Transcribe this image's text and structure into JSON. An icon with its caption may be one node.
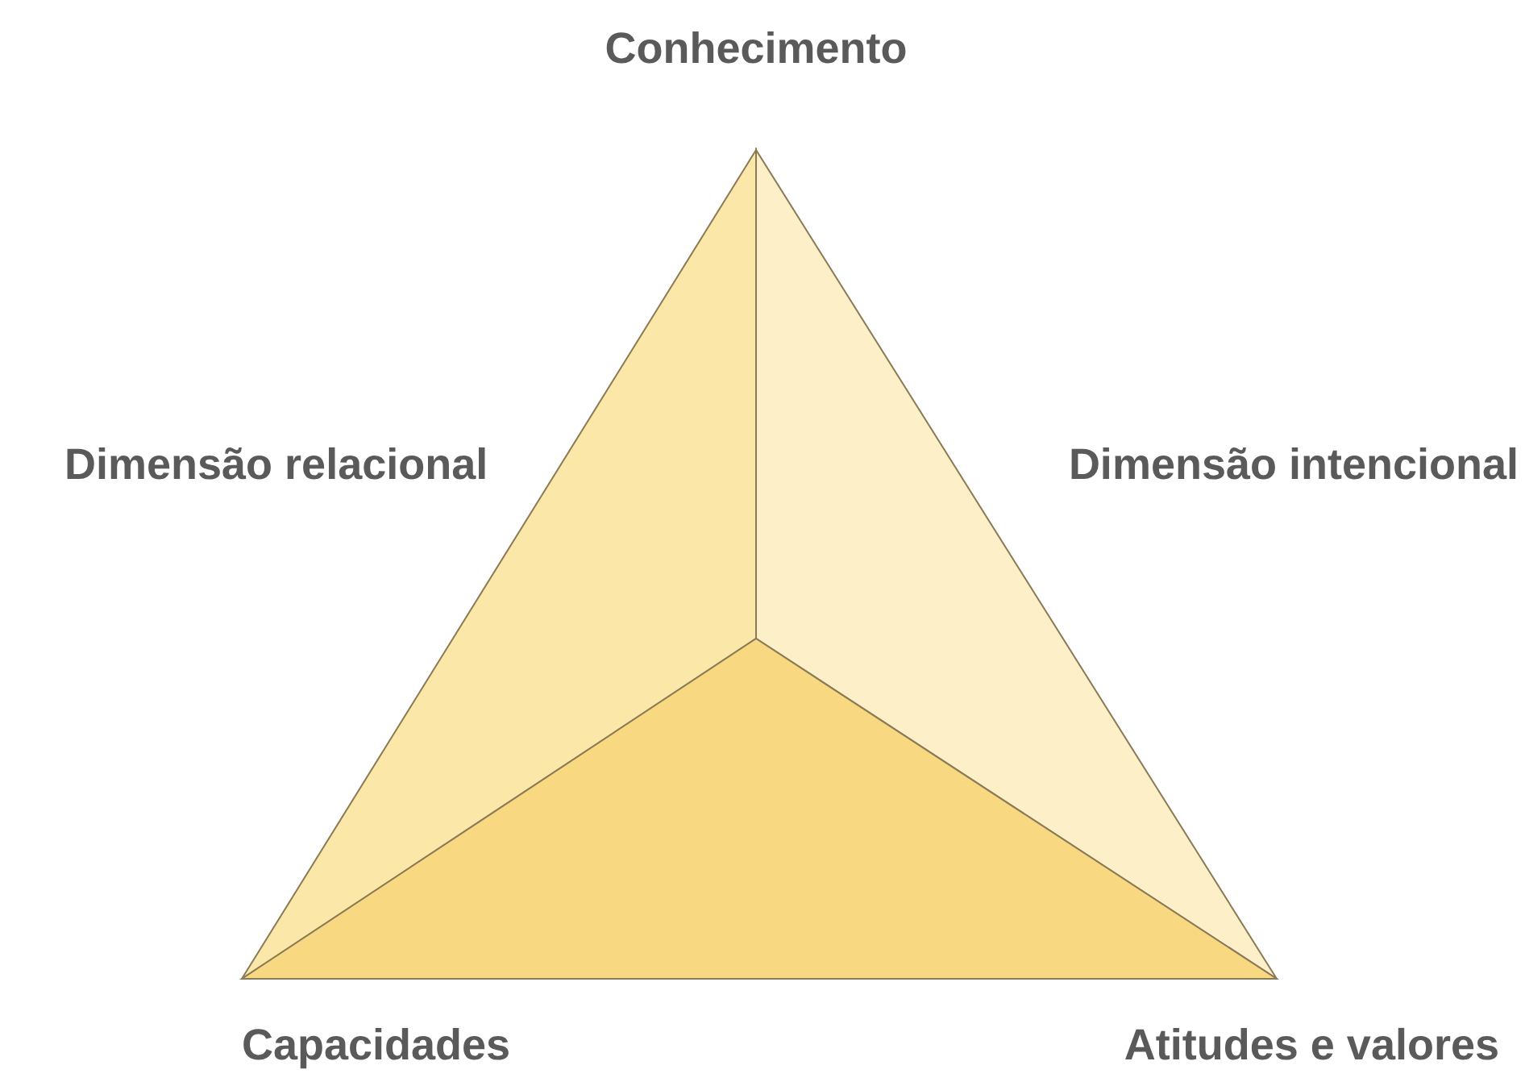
{
  "diagram": {
    "labels": [
      "Conhecimento",
      "Dimensão relacional",
      "Dimensão intencional",
      "Capacidades",
      "Atitudes e valores"
    ]
  }
}
